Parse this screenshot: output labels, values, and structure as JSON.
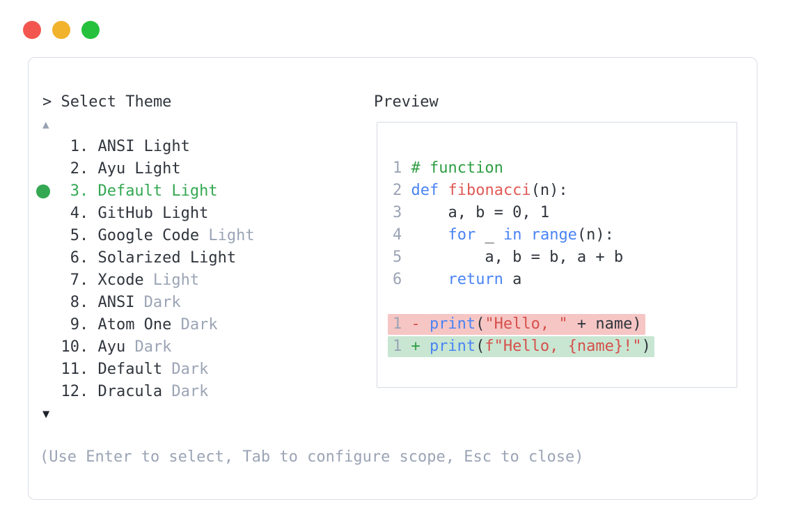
{
  "palette": {
    "text_dark": "#30353d",
    "text_dim": "#9ba4b5",
    "accent_green": "#34a853",
    "panel_border": "#d9dde5",
    "preview_border": "#d6dae2",
    "line_number": "#9ba4b5",
    "syntax_comment": "#2f9e44",
    "syntax_keyword": "#4a84f4",
    "syntax_function": "#e05a56",
    "syntax_string": "#d6504c",
    "diff_removed_bg": "#f6c6c4",
    "diff_added_bg": "#c8e6d2",
    "diff_minus": "#d6504c",
    "diff_plus": "#2f9e44",
    "traffic_red": "#f3564f",
    "traffic_yellow": "#f1b22c",
    "traffic_green": "#25c13d",
    "arrow_up": "#97a2b4",
    "arrow_down": "#1e222b"
  },
  "window": {
    "controls": [
      "close",
      "minimize",
      "zoom"
    ]
  },
  "selector": {
    "prompt": "> Select Theme",
    "scroll_up_icon": "▲",
    "scroll_down_icon": "▼",
    "items": [
      {
        "number": "1.",
        "label": "ANSI Light",
        "dim": "",
        "selected": false
      },
      {
        "number": "2.",
        "label": "Ayu Light",
        "dim": "",
        "selected": false
      },
      {
        "number": "3.",
        "label": "Default Light",
        "dim": "",
        "selected": true
      },
      {
        "number": "4.",
        "label": "GitHub Light",
        "dim": "",
        "selected": false
      },
      {
        "number": "5.",
        "label": "Google Code",
        "dim": " Light",
        "selected": false
      },
      {
        "number": "6.",
        "label": "Solarized Light",
        "dim": "",
        "selected": false
      },
      {
        "number": "7.",
        "label": "Xcode",
        "dim": " Light",
        "selected": false
      },
      {
        "number": "8.",
        "label": "ANSI",
        "dim": " Dark",
        "selected": false
      },
      {
        "number": "9.",
        "label": "Atom One",
        "dim": " Dark",
        "selected": false
      },
      {
        "number": "10.",
        "label": "Ayu",
        "dim": " Dark",
        "selected": false
      },
      {
        "number": "11.",
        "label": "Default",
        "dim": " Dark",
        "selected": false
      },
      {
        "number": "12.",
        "label": "Dracula",
        "dim": " Dark",
        "selected": false
      }
    ],
    "hint": "(Use Enter to select, Tab to configure scope, Esc to close)"
  },
  "preview": {
    "title": "Preview",
    "code_lines": [
      {
        "number": "1",
        "tokens": [
          {
            "text": "# function",
            "type": "comment"
          }
        ]
      },
      {
        "number": "2",
        "tokens": [
          {
            "text": "def",
            "type": "keyword"
          },
          {
            "text": " ",
            "type": "plain"
          },
          {
            "text": "fibonacci",
            "type": "function"
          },
          {
            "text": "(n):",
            "type": "plain"
          }
        ]
      },
      {
        "number": "3",
        "tokens": [
          {
            "text": "    a, b = 0, 1",
            "type": "plain"
          }
        ]
      },
      {
        "number": "4",
        "tokens": [
          {
            "text": "    ",
            "type": "plain"
          },
          {
            "text": "for",
            "type": "keyword"
          },
          {
            "text": " _ ",
            "type": "plain"
          },
          {
            "text": "in",
            "type": "keyword"
          },
          {
            "text": " ",
            "type": "plain"
          },
          {
            "text": "range",
            "type": "keyword"
          },
          {
            "text": "(n):",
            "type": "plain"
          }
        ]
      },
      {
        "number": "5",
        "tokens": [
          {
            "text": "        a, b = b, a + b",
            "type": "plain"
          }
        ]
      },
      {
        "number": "6",
        "tokens": [
          {
            "text": "    ",
            "type": "plain"
          },
          {
            "text": "return",
            "type": "keyword"
          },
          {
            "text": " a",
            "type": "plain"
          }
        ]
      }
    ],
    "diff_lines": [
      {
        "number": "1",
        "sign": "-",
        "type": "removed",
        "tokens": [
          {
            "text": "print",
            "type": "keyword"
          },
          {
            "text": "(",
            "type": "plain"
          },
          {
            "text": "\"Hello, \"",
            "type": "string"
          },
          {
            "text": " + name)",
            "type": "plain"
          }
        ]
      },
      {
        "number": "1",
        "sign": "+",
        "type": "added",
        "tokens": [
          {
            "text": "print",
            "type": "keyword"
          },
          {
            "text": "(",
            "type": "plain"
          },
          {
            "text": "f\"Hello, {name}!\"",
            "type": "string"
          },
          {
            "text": ")",
            "type": "plain"
          }
        ]
      }
    ]
  }
}
